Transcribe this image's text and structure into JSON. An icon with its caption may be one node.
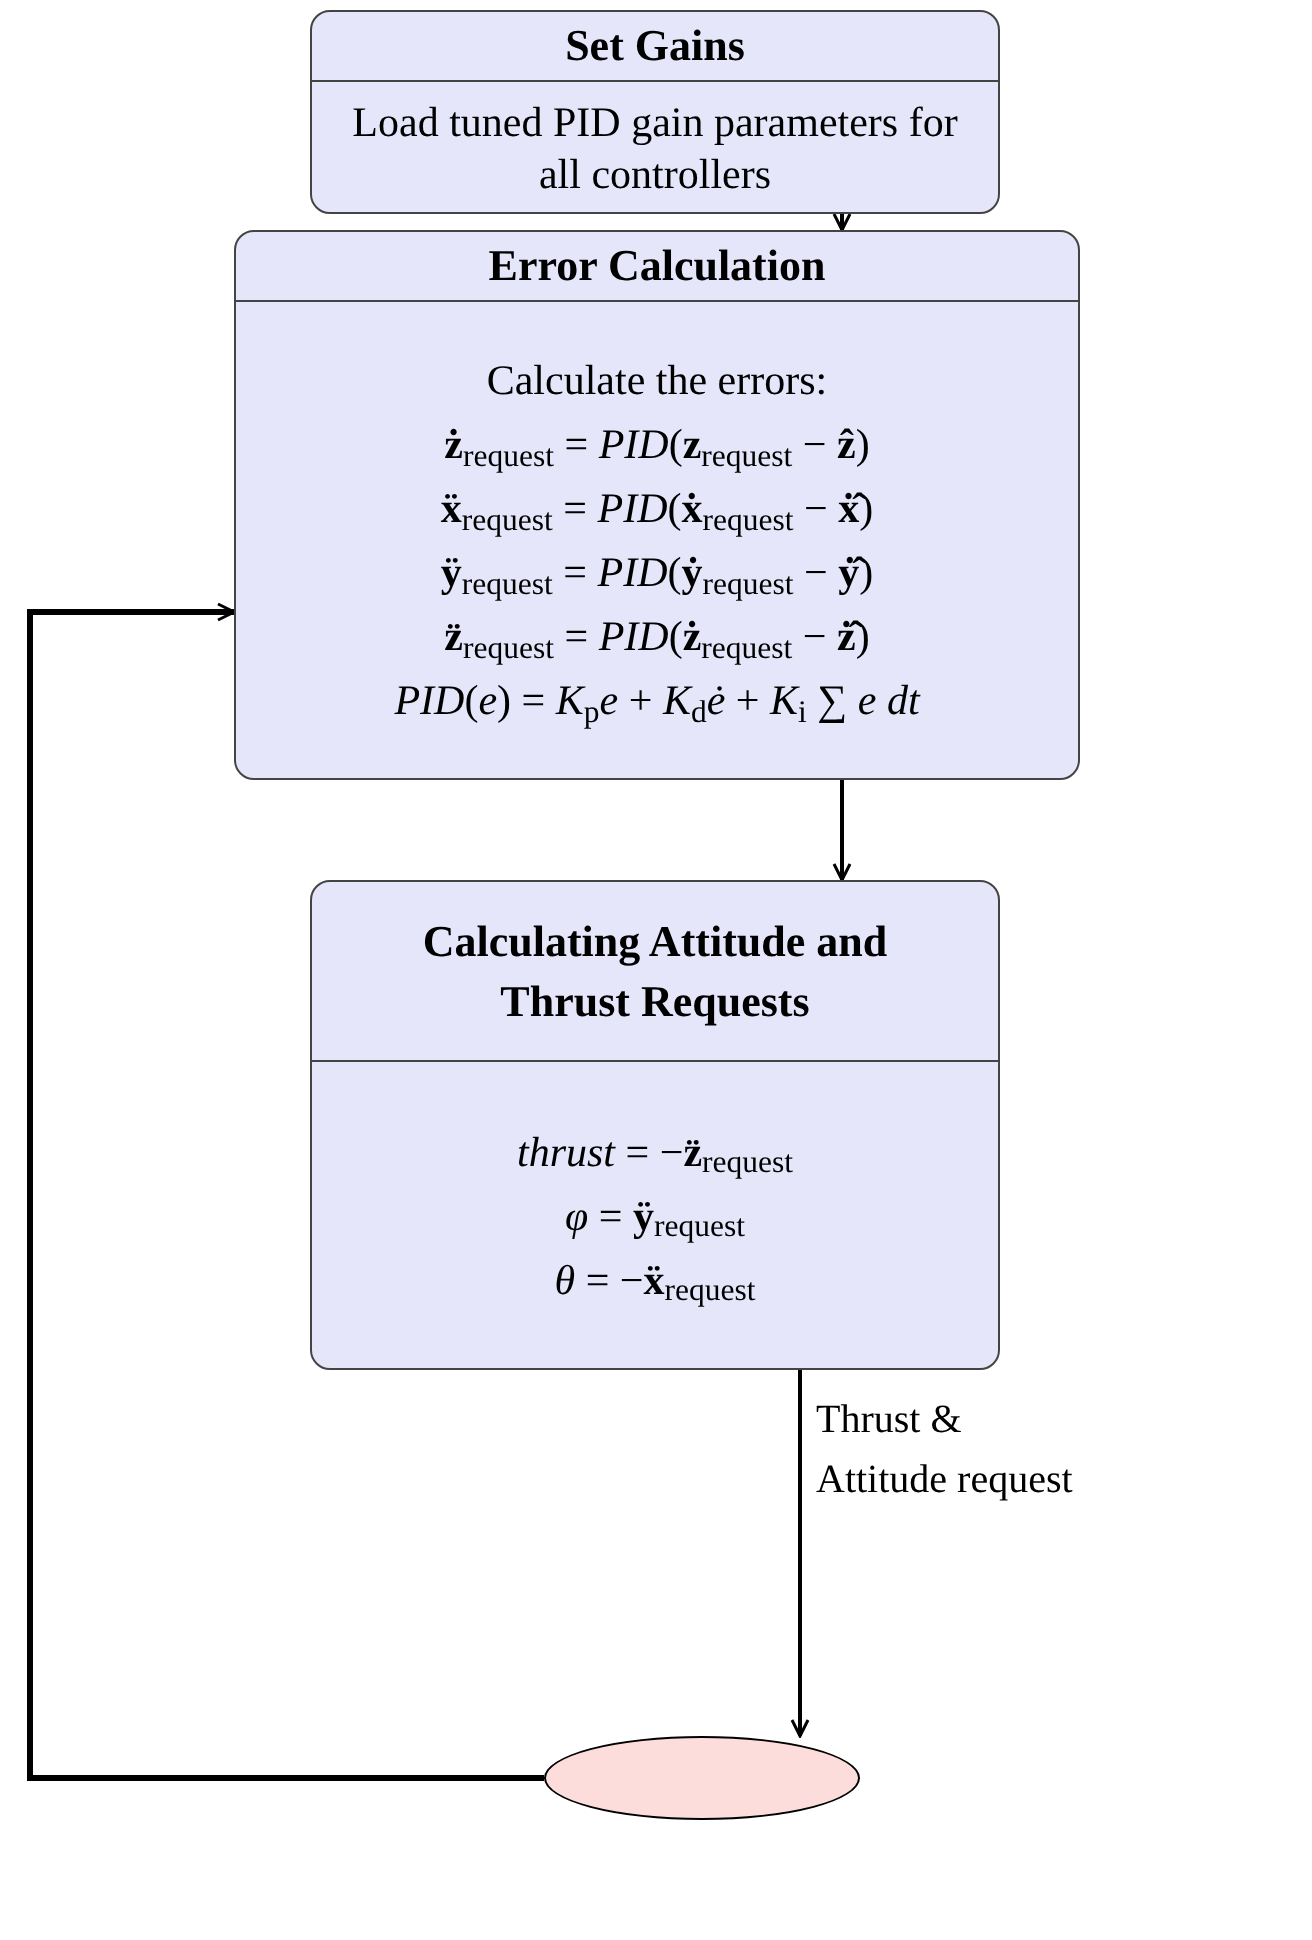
{
  "diagram": {
    "nodes": [
      {
        "text": [
          "Set Gains",
          "Load tuned PID gain parameters for all controllers"
        ]
      },
      {
        "text": [
          "Error Calculation",
          "Calculate the errors:",
          "**ż**$_{request}$ = *PID*(**z**$_{request}$ − **ẑ**)",
          "**ẍ**$_{request}$ = *PID*(**ẋ**$_{request}$ − **ẋ̂**)",
          "**ÿ**$_{request}$ = *PID*(**ẏ**$_{request}$ − **ẏ̂**)",
          "**z̈**$_{request}$ = *PID*(**ż**$_{request}$ − **ż̂**)",
          "*PID*(*e*) = *K*$_{p}$*e* + *K*$_{d}$*ė* + *K*$_{i}$ ∑ *e dt*"
        ]
      },
      {
        "text": [
          "Calculating Attitude and Thrust Requests",
          "*thrust* = −**z̈**$_{request}$",
          "*φ* = **ÿ**$_{request}$",
          "*θ* = −**ẍ**$_{request}$"
        ]
      },
      {
        "text": [],
        "shape": "ellipse"
      }
    ],
    "edges": [
      {
        "from": 0,
        "to": 1,
        "arrow": "to"
      },
      {
        "from": 1,
        "to": 2,
        "arrow": "to"
      },
      {
        "from": 2,
        "to": 3,
        "arrow": "to",
        "label": "Thrust & Attitude request"
      },
      {
        "from": 3,
        "to": 1,
        "arrow": "to"
      }
    ]
  }
}
